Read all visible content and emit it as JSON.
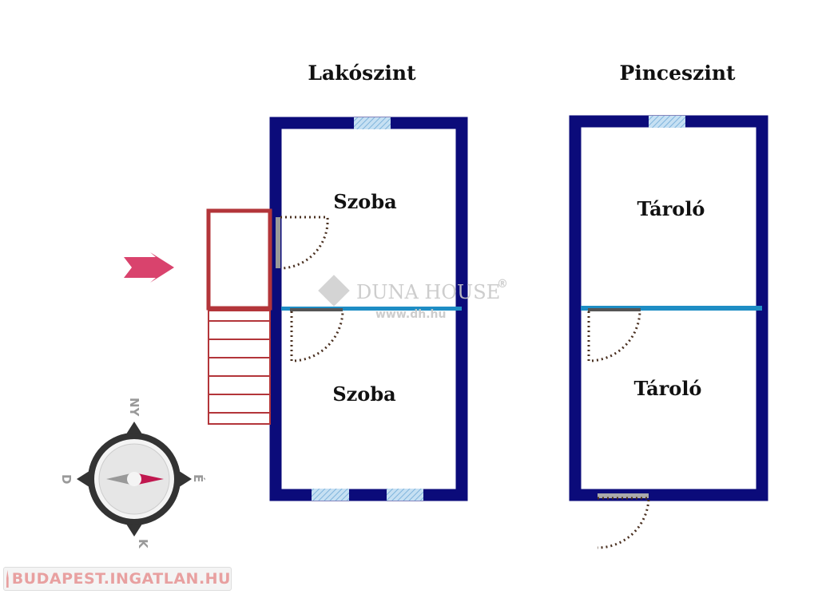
{
  "floors": [
    {
      "title": "Lakószint",
      "rooms": [
        "Szoba",
        "Szoba"
      ]
    },
    {
      "title": "Pinceszint",
      "rooms": [
        "Tároló",
        "Tároló"
      ]
    }
  ],
  "compass": {
    "north": "NY",
    "south": "K",
    "west": "D",
    "east": "É"
  },
  "watermark": {
    "brand": "DUNA HOUSE",
    "registered": "®",
    "url": "www.dh.hu"
  },
  "footer_logo": "BUDAPEST.INGATLAN.HU",
  "colors": {
    "wall": "#0b0b7a",
    "divider": "#1e8dc4",
    "balcony": "#b3353a",
    "arrow": "#d9436d",
    "window": "#9cc6e6"
  }
}
